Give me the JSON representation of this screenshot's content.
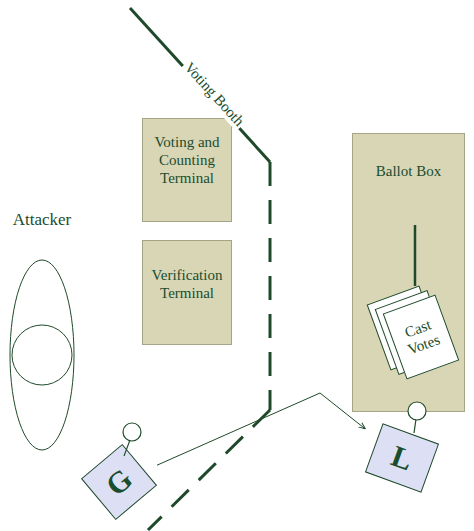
{
  "diagram": {
    "nodes": [
      {
        "text": [
          "Voting and Counting Terminal"
        ]
      },
      {
        "text": [
          "Ballot Box"
        ]
      },
      {
        "text": [
          "Cast Votes"
        ],
        "in": 1
      },
      {
        "text": [
          "Attacker"
        ]
      },
      {
        "text": [
          "Verification Terminal"
        ]
      },
      {
        "text": [
          "G"
        ]
      },
      {
        "text": [
          "L"
        ]
      }
    ],
    "edges": [
      {
        "from": 5,
        "to": 6,
        "arrow": "to"
      }
    ],
    "labels": [
      "Voting Booth"
    ]
  }
}
